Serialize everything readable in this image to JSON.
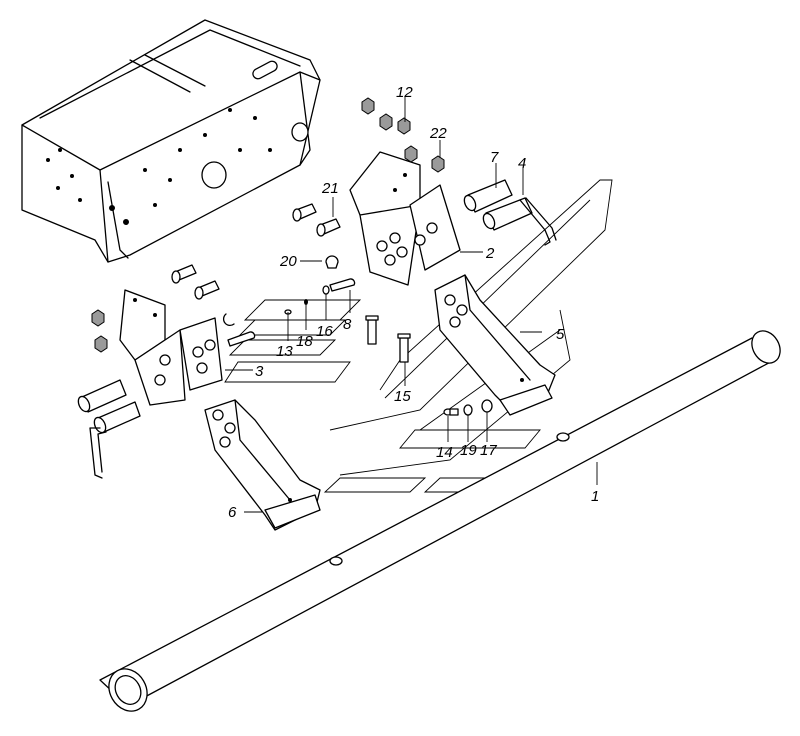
{
  "diagram": {
    "callouts": [
      {
        "id": "c1",
        "label": "1"
      },
      {
        "id": "c2",
        "label": "2"
      },
      {
        "id": "c3",
        "label": "3"
      },
      {
        "id": "c4",
        "label": "4"
      },
      {
        "id": "c5",
        "label": "5"
      },
      {
        "id": "c6",
        "label": "6"
      },
      {
        "id": "c7",
        "label": "7"
      },
      {
        "id": "c8",
        "label": "8"
      },
      {
        "id": "c12",
        "label": "12"
      },
      {
        "id": "c13",
        "label": "13"
      },
      {
        "id": "c14",
        "label": "14"
      },
      {
        "id": "c15",
        "label": "15"
      },
      {
        "id": "c16",
        "label": "16"
      },
      {
        "id": "c17",
        "label": "17"
      },
      {
        "id": "c18",
        "label": "18"
      },
      {
        "id": "c19",
        "label": "19"
      },
      {
        "id": "c20",
        "label": "20"
      },
      {
        "id": "c21",
        "label": "21"
      },
      {
        "id": "c22",
        "label": "22"
      }
    ]
  }
}
